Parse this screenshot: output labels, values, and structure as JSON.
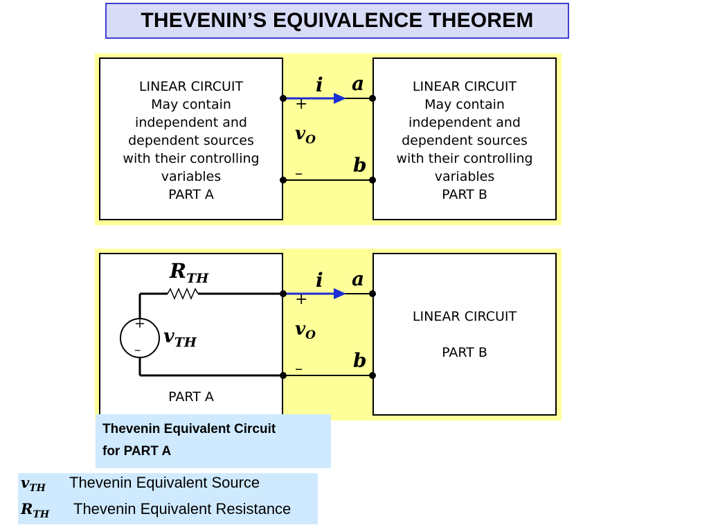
{
  "title": "THEVENIN’S EQUIVALENCE THEOREM",
  "top_circuit": {
    "part_a_lines": [
      "LINEAR CIRCUIT",
      "May contain",
      "independent and",
      "dependent sources",
      "with their controlling",
      "variables",
      "PART  A"
    ],
    "part_b_lines": [
      "LINEAR CIRCUIT",
      "May contain",
      "independent and",
      "dependent sources",
      "with their controlling",
      "variables",
      "PART  B"
    ],
    "current_label": "i",
    "node_a": "a",
    "node_b": "b",
    "plus": "+",
    "minus": "–",
    "vo_main": "v",
    "vo_sub": "O"
  },
  "bottom_circuit": {
    "rth_main": "R",
    "rth_sub": "TH",
    "vth_main": "v",
    "vth_sub": "TH",
    "source_plus": "+",
    "source_minus": "–",
    "part_a_label": "PART  A",
    "part_b_title": "LINEAR CIRCUIT",
    "part_b_label": "PART  B",
    "current_label": "i",
    "node_a": "a",
    "node_b": "b",
    "plus": "+",
    "minus": "–",
    "vo_main": "v",
    "vo_sub": "O"
  },
  "caption": {
    "line1": "Thevenin Equivalent Circuit",
    "line2": "for PART  A"
  },
  "legend": [
    {
      "sym_main": "v",
      "sym_sub": "TH",
      "text": "Thevenin Equivalent Source"
    },
    {
      "sym_main": "R",
      "sym_sub": "TH",
      "text": "Thevenin Equivalent Resistance"
    }
  ],
  "colors": {
    "panel": "#ffff99",
    "title_bg": "#d9dcf6",
    "title_border": "#3a3fd0",
    "caption_bg": "#cfeaff",
    "arrow": "#1a2ed4"
  }
}
